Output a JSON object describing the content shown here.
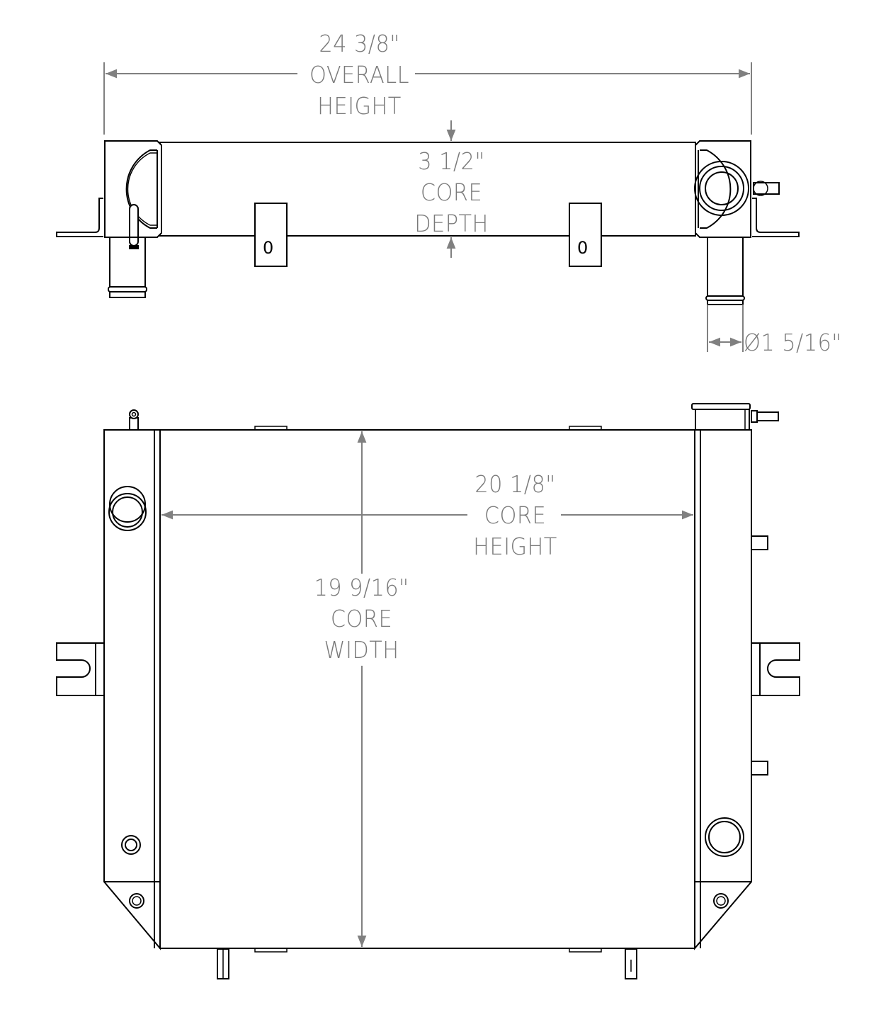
{
  "drawing": {
    "subject": "Radiator",
    "views": [
      "top view",
      "front view"
    ],
    "line_color": "#000000",
    "dimension_color": "#808080"
  },
  "dimensions": {
    "overall_height": {
      "value": "24 3/8\"",
      "line1": "OVERALL",
      "line2": "HEIGHT"
    },
    "core_depth": {
      "value": "3 1/2\"",
      "line1": "CORE",
      "line2": "DEPTH"
    },
    "inlet_diameter": {
      "value": "Ø1 5/16\""
    },
    "core_height": {
      "value": "20 1/8\"",
      "line1": "CORE",
      "line2": "HEIGHT"
    },
    "core_width": {
      "value": "19 9/16\"",
      "line1": "CORE",
      "line2": "WIDTH"
    }
  },
  "bracket_marks": [
    "0",
    "0"
  ]
}
